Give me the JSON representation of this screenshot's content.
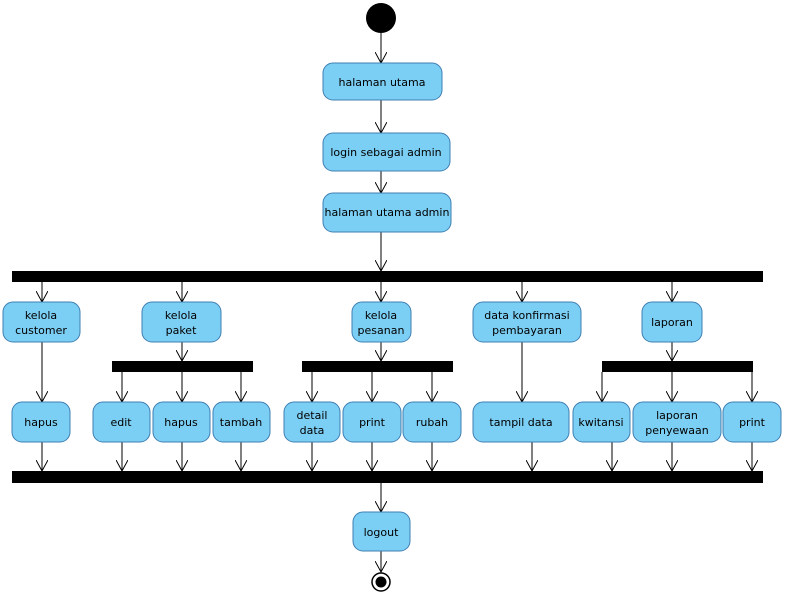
{
  "diagram": {
    "type": "uml-activity",
    "colors": {
      "node_fill": "#7ccff4",
      "node_stroke": "#3f7fb2",
      "bar": "#000000",
      "line": "#000000"
    },
    "nodes": {
      "halaman_utama": "halaman utama",
      "login": "login sebagai admin",
      "halaman_utama_admin": "halaman utama admin",
      "kelola_customer": [
        "kelola",
        "customer"
      ],
      "kelola_paket": [
        "kelola",
        "paket"
      ],
      "kelola_pesanan": [
        "kelola",
        "pesanan"
      ],
      "data_konfirmasi": [
        "data konfirmasi",
        "pembayaran"
      ],
      "laporan": "laporan",
      "customer_hapus": "hapus",
      "paket_edit": "edit",
      "paket_hapus": "hapus",
      "paket_tambah": "tambah",
      "pesanan_detail": [
        "detail",
        "data"
      ],
      "pesanan_print": "print",
      "pesanan_rubah": "rubah",
      "tampil_data": "tampil data",
      "kwitansi": "kwitansi",
      "laporan_penyewaan": [
        "laporan",
        "penyewaan"
      ],
      "laporan_print": "print",
      "logout": "logout"
    }
  }
}
